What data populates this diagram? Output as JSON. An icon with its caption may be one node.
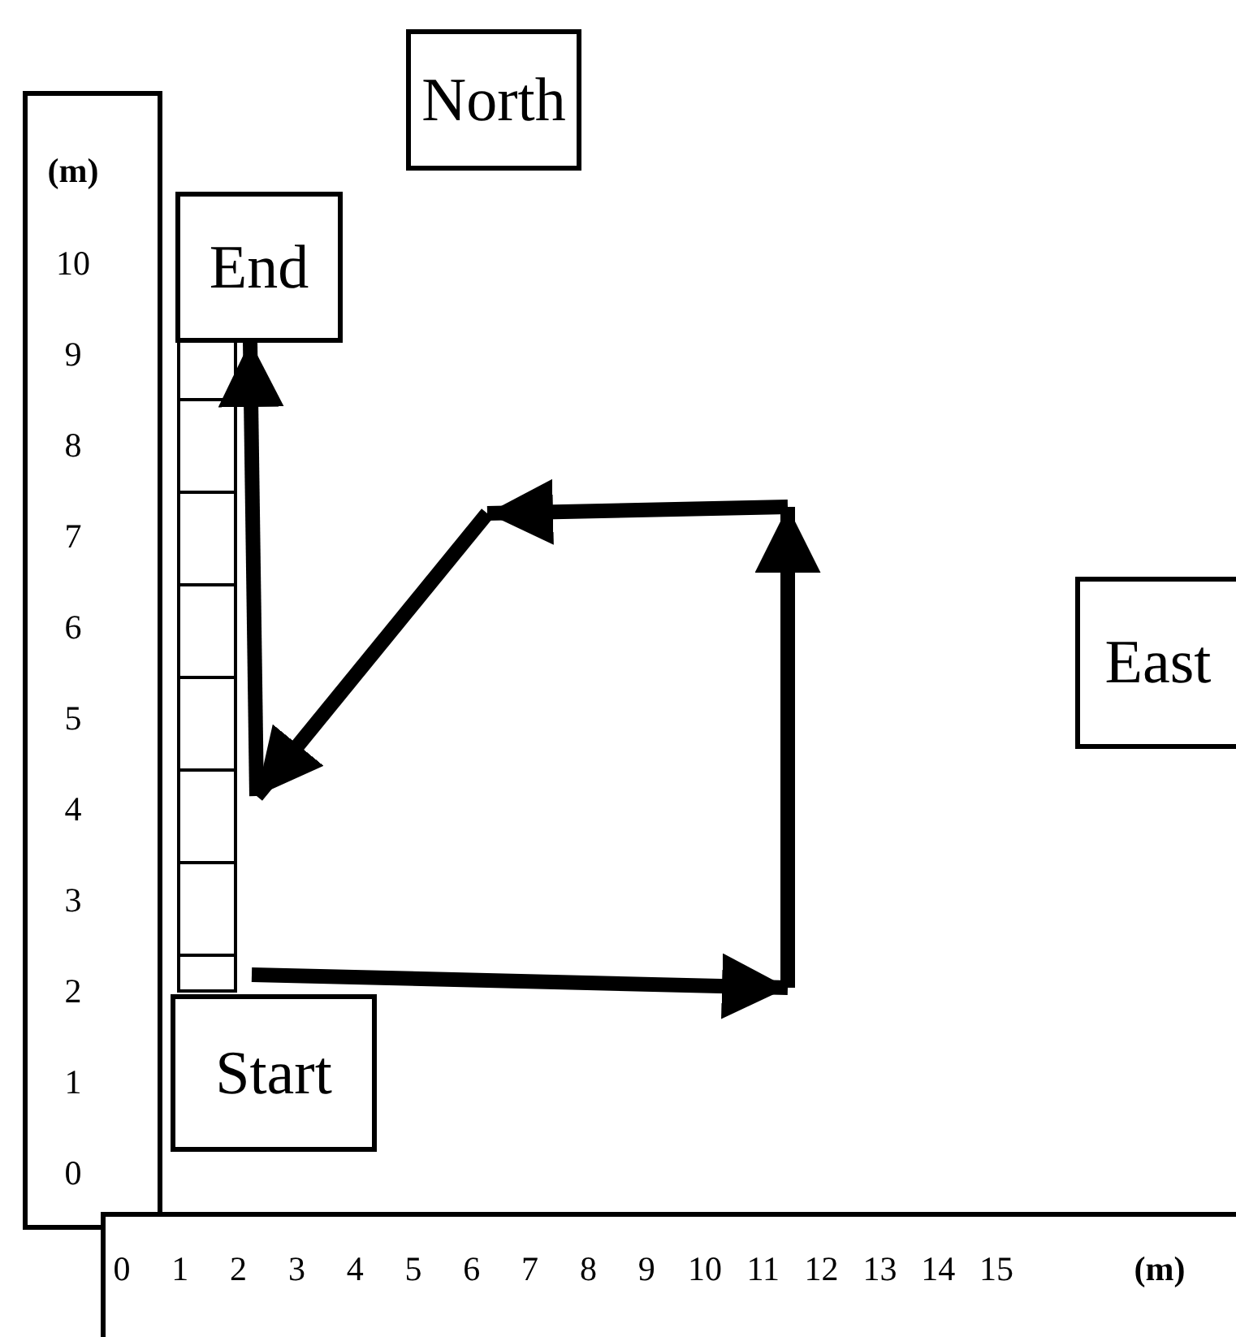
{
  "diagram": {
    "nodes": [
      {
        "text": [
          "North"
        ]
      },
      {
        "text": [
          "(m)",
          "10",
          "9",
          "8",
          "7",
          "6",
          "5",
          "4",
          "3",
          "2",
          "1",
          "0"
        ]
      },
      {
        "text": [
          "End"
        ]
      },
      {
        "text": [
          "East"
        ]
      },
      {
        "text": [
          "Start"
        ]
      },
      {
        "text": [
          "0",
          "1",
          "2",
          "3",
          "4",
          "5",
          "6",
          "7",
          "8",
          "9",
          "10",
          "11",
          "12",
          "13",
          "14",
          "15",
          "(m)"
        ]
      }
    ]
  }
}
